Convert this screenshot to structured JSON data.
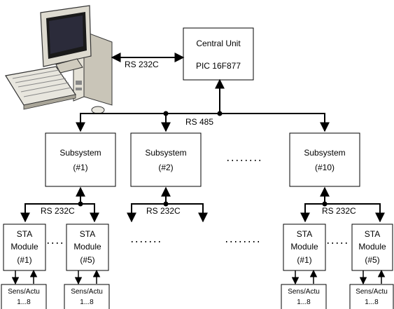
{
  "central_unit": {
    "line1": "Central Unit",
    "line2": "PIC 16F877"
  },
  "links": {
    "pc_link": "RS 232C",
    "bus_top": "RS 485",
    "sub_left": "RS 232C",
    "sub_mid": "RS 232C",
    "sub_right": "RS 232C"
  },
  "subsystems": [
    {
      "title": "Subsystem",
      "id": "(#1)"
    },
    {
      "title": "Subsystem",
      "id": "(#2)"
    },
    {
      "title": "Subsystem",
      "id": "(#10)"
    }
  ],
  "modules": [
    {
      "line1": "STA",
      "line2": "Module",
      "id": "(#1)"
    },
    {
      "line1": "STA",
      "line2": "Module",
      "id": "(#5)"
    },
    {
      "line1": "STA",
      "line2": "Module",
      "id": "(#1)"
    },
    {
      "line1": "STA",
      "line2": "Module",
      "id": "(#5)"
    }
  ],
  "sensors": [
    {
      "line1": "Sens/Actu",
      "line2": "1...8"
    },
    {
      "line1": "Sens/Actu",
      "line2": "1...8"
    },
    {
      "line1": "Sens/Actu",
      "line2": "1...8"
    },
    {
      "line1": "Sens/Actu",
      "line2": "1...8"
    }
  ],
  "colors": {
    "line": "#000000",
    "box_fill": "#ffffff",
    "computer_body": "#d4d0c4",
    "screen": "#1a1a1a"
  }
}
